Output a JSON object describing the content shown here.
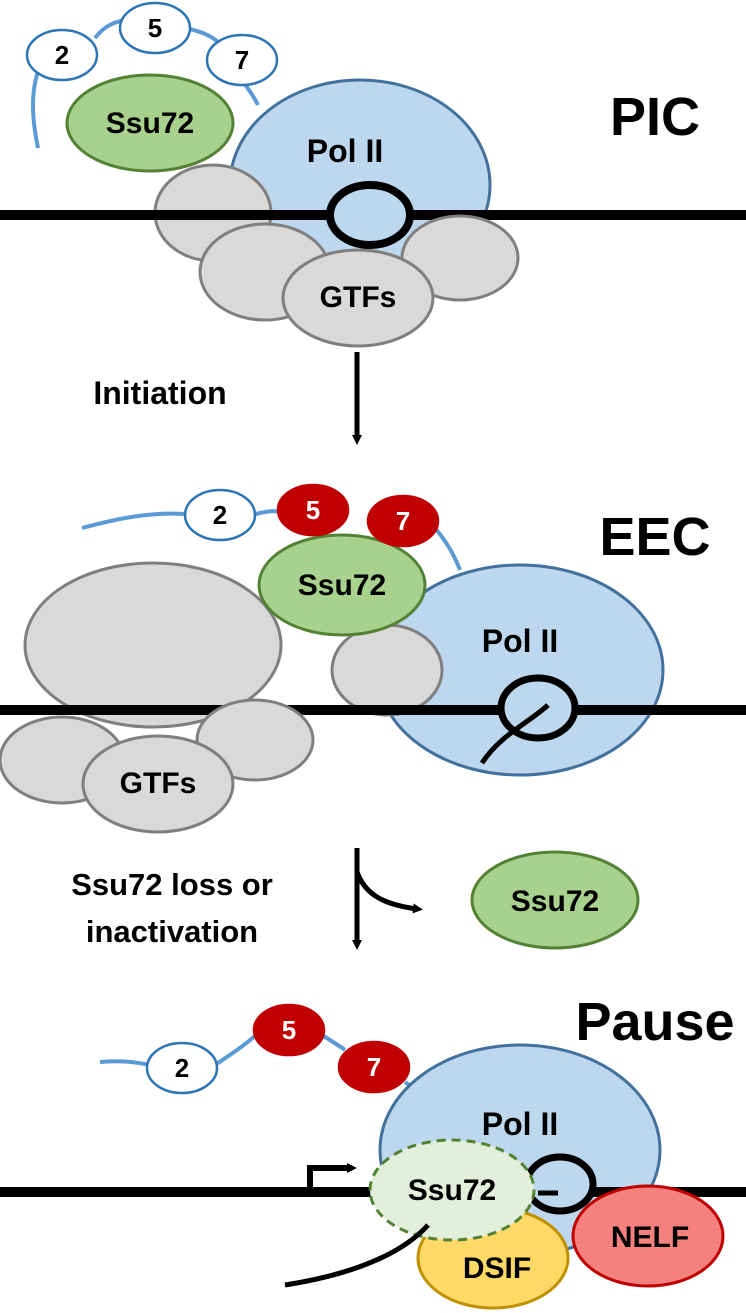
{
  "colors": {
    "pol2_fill": "#bdd7ee",
    "pol2_stroke": "#41719c",
    "ssu72_fill": "#a9d18e",
    "ssu72_stroke": "#548235",
    "ssu72_inactive_fill": "#e2efda",
    "gtf_fill": "#d9d9d9",
    "gtf_stroke": "#7f7f7f",
    "ctd_line": "#5b9bd5",
    "ser_open_stroke": "#2e75b6",
    "ser_phospho_fill": "#c00000",
    "dsif_fill": "#ffd966",
    "dsif_stroke": "#bf9000",
    "nelf_fill": "#f4817d",
    "nelf_stroke": "#c00000",
    "dna": "#000000"
  },
  "icons": [
    "arrow-down-icon",
    "curved-release-arrow-icon",
    "tss-bent-arrow-icon"
  ],
  "stages": {
    "pic": {
      "title": "PIC",
      "pol2": "Pol II",
      "ssu72": "Ssu72",
      "gtfs": "GTFs",
      "ctd": [
        "2",
        "5",
        "7"
      ]
    },
    "eec": {
      "title": "EEC",
      "pol2": "Pol II",
      "ssu72": "Ssu72",
      "gtfs": "GTFs",
      "ctd": [
        "2",
        "5",
        "7"
      ]
    },
    "pause": {
      "title": "Pause",
      "pol2": "Pol II",
      "ssu72": "Ssu72",
      "dsif": "DSIF",
      "nelf": "NELF",
      "ctd": [
        "2",
        "5",
        "7"
      ]
    }
  },
  "transitions": {
    "initiation": "Initiation",
    "ssu72_loss_line1": "Ssu72 loss or",
    "ssu72_loss_line2": "inactivation",
    "released": "Ssu72"
  }
}
